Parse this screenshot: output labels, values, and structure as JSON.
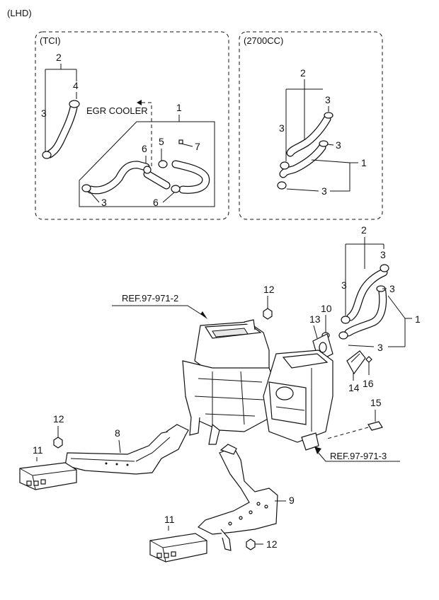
{
  "diagram": {
    "variant_label": "(LHD)",
    "boxes": {
      "tci": {
        "title": "(TCI)",
        "egr_label": "EGR COOLER"
      },
      "engine_2700": {
        "title": "(2700CC)"
      }
    },
    "references": {
      "ref_a": "REF.97-971-2",
      "ref_b": "REF.97-971-3"
    },
    "callouts": {
      "tci_2": "2",
      "tci_4": "4",
      "tci_3a": "3",
      "tci_1": "1",
      "tci_5": "5",
      "tci_6a": "6",
      "tci_7": "7",
      "tci_3b": "3",
      "tci_6b": "6",
      "e27_2": "2",
      "e27_3a": "3",
      "e27_3b": "3",
      "e27_3c": "3",
      "e27_1": "1",
      "e27_3d": "3",
      "m_2": "2",
      "m_3a": "3",
      "m_3b": "3",
      "m_3c": "3",
      "m_1": "1",
      "m_3d": "3",
      "m_12a": "12",
      "m_10": "10",
      "m_13": "13",
      "m_14": "14",
      "m_16": "16",
      "m_15": "15",
      "m_12b": "12",
      "m_8": "8",
      "m_11a": "11",
      "m_9": "9",
      "m_11b": "11",
      "m_12c": "12"
    }
  }
}
